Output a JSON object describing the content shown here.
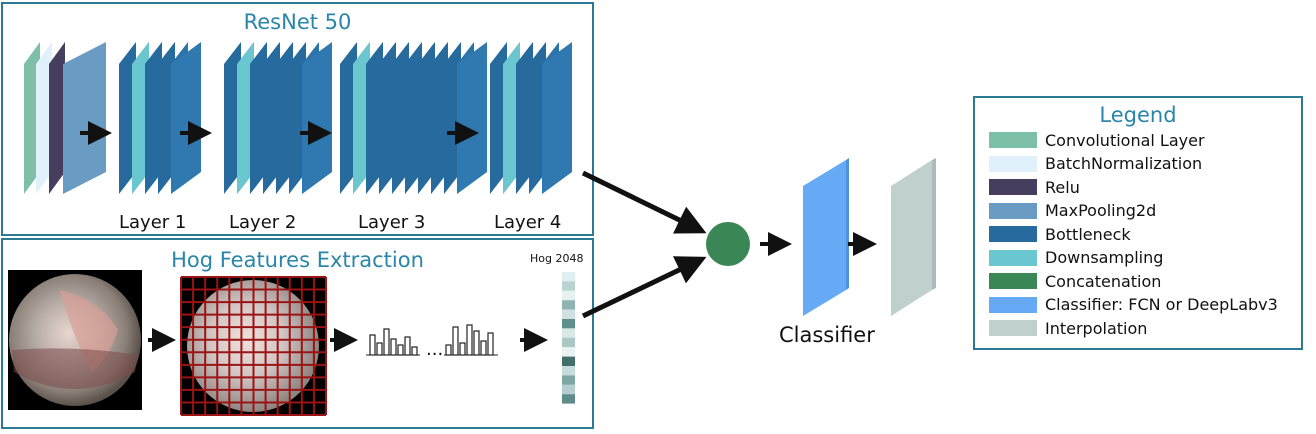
{
  "resnet": {
    "title": "ResNet 50",
    "layers": [
      "Layer 1",
      "Layer 2",
      "Layer 3",
      "Layer 4"
    ]
  },
  "hog": {
    "title": "Hog Features Extraction",
    "vector_label": "Hog 2048",
    "histogram_ellipsis": "..."
  },
  "classifier": {
    "label": "Classifier"
  },
  "legend": {
    "title": "Legend",
    "items": [
      {
        "label": "Convolutional Layer",
        "color": "#7dbfa7"
      },
      {
        "label": "BatchNormalization",
        "color": "#e1f1fb"
      },
      {
        "label": "Relu",
        "color": "#463e5e"
      },
      {
        "label": "MaxPooling2d",
        "color": "#6a9cc3"
      },
      {
        "label": "Bottleneck",
        "color": "#276a9e"
      },
      {
        "label": "Downsampling",
        "color": "#6bc7cf"
      },
      {
        "label": "Concatenation",
        "color": "#3a8755"
      },
      {
        "label": "Classifier: FCN or DeepLabv3",
        "color": "#66aaf5"
      },
      {
        "label": "Interpolation",
        "color": "#bfd0cd"
      }
    ]
  },
  "icons": [
    "arrow-right-icon",
    "endoscopy-image",
    "hog-grid-image",
    "histogram-icon",
    "feature-vector-bar"
  ]
}
